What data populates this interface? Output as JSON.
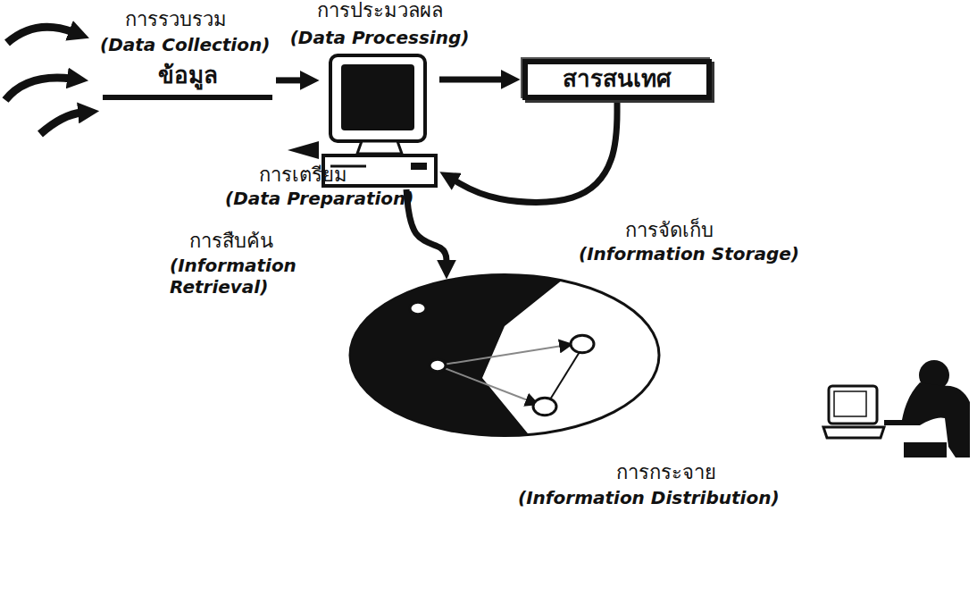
{
  "diagram": {
    "nodes": [
      {
        "text": [
          "ข้อมูล"
        ]
      },
      {
        "text": [
          "การประมวลผล",
          "(Data Processing)"
        ]
      },
      {
        "text": [
          "สารสนเทศ"
        ]
      },
      {
        "text": [
          "การกระจาย",
          "(Information Distribution)"
        ]
      }
    ],
    "edges": [
      {
        "from": 0,
        "to": 1,
        "arrow": "to"
      },
      {
        "from": 1,
        "to": 2,
        "arrow": "to"
      },
      {
        "from": 2,
        "to": 1,
        "arrow": "to"
      },
      {
        "from": 1,
        "to": 3,
        "arrow": "to"
      }
    ],
    "labels": [
      "การรวบรวม",
      "(Data Collection)",
      "การเตรียม",
      "(Data Preparation)",
      "การสืบค้น",
      "(Information Retrieval)",
      "การจัดเก็บ",
      "(Information Storage)"
    ]
  }
}
